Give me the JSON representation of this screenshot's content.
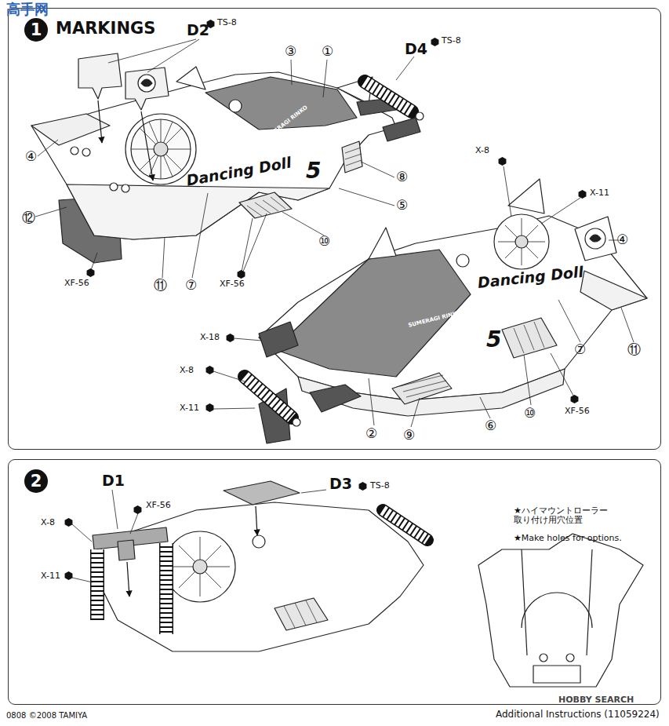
{
  "diagram": {
    "nodes": [
      {
        "text": [
          "1",
          "MARKINGS"
        ]
      },
      {
        "text": [
          "2"
        ]
      }
    ],
    "labels": [
      "高手网",
      "D2",
      "TS-8",
      "D4",
      "TS-8",
      "③",
      "①",
      "④",
      "⑫",
      "XF-56",
      "⑪",
      "⑦",
      "XF-56",
      "⑩",
      "⑤",
      "⑧",
      "Dancing Doll",
      "5",
      "X-8",
      "X-11",
      "④",
      "Dancing Doll",
      "5",
      "⑦",
      "⑪",
      "X-18",
      "X-8",
      "X-11",
      "XF-56",
      "⑩",
      "⑥",
      "⑨",
      "②",
      "D1",
      "XF-56",
      "X-8",
      "X-11",
      "D3",
      "TS-8",
      "★ハイマウントローラー 取り付け用穴位置",
      "★Make holes for options.",
      "0808 ©2008 TAMIYA",
      "Additional Instructions (11059224)",
      "HOBBY SEARCH",
      "SUMERAGI RINKO",
      "SUMERAGI RINKO"
    ]
  }
}
